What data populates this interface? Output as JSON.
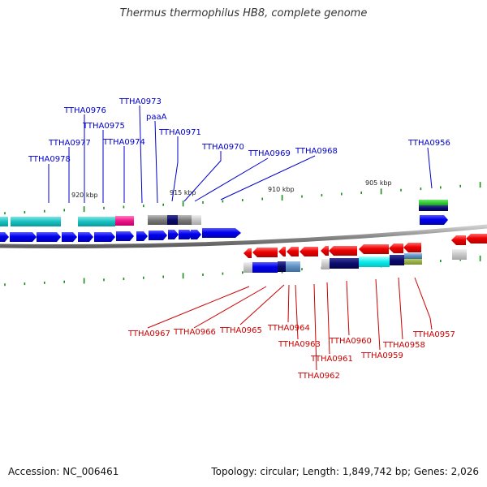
{
  "header": {
    "title": "Thermus thermophilus HB8, complete genome"
  },
  "footer": {
    "accession": "Accession: NC_006461",
    "summary": "Topology: circular; Length: 1,849,742 bp; Genes: 2,026"
  },
  "colors": {
    "forward_label": "#0000cc",
    "reverse_label": "#cc0000",
    "tick": "#1a8c1a",
    "backbone": "#8a8a8a"
  },
  "scale_labels": [
    "920 kbp",
    "915 kbp",
    "910 kbp",
    "905 kbp"
  ],
  "forward_labels": [
    "TTHA0978",
    "TTHA0977",
    "TTHA0976",
    "TTHA0975",
    "TTHA0974",
    "TTHA0973",
    "paaA",
    "TTHA0971",
    "TTHA0970",
    "TTHA0969",
    "TTHA0968",
    "TTHA0956"
  ],
  "reverse_labels": [
    "TTHA0967",
    "TTHA0966",
    "TTHA0965",
    "TTHA0964",
    "TTHA0963",
    "TTHA0962",
    "TTHA0961",
    "TTHA0960",
    "TTHA0959",
    "TTHA0958",
    "TTHA0957"
  ]
}
